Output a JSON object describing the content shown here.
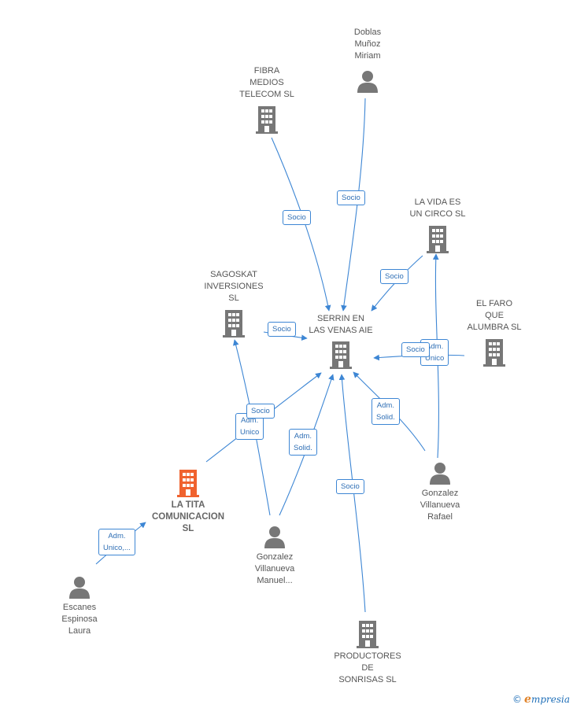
{
  "nodes": {
    "serrin": {
      "label": "SERRIN EN\nLAS VENAS AIE",
      "kind": "company"
    },
    "doblas": {
      "label": "Doblas\nMuñoz\nMiriam",
      "kind": "person"
    },
    "fibra": {
      "label": "FIBRA\nMEDIOS\nTELECOM  SL",
      "kind": "company"
    },
    "vida": {
      "label": "LA VIDA ES\nUN CIRCO  SL",
      "kind": "company"
    },
    "sagoskat": {
      "label": "SAGOSKAT\nINVERSIONES\nSL",
      "kind": "company"
    },
    "faro": {
      "label": "EL FARO\nQUE\nALUMBRA  SL",
      "kind": "company"
    },
    "tita": {
      "label": "LA TITA\nCOMUNICACION\nSL",
      "kind": "company-focus"
    },
    "rafael": {
      "label": "Gonzalez\nVillanueva\nRafael",
      "kind": "person"
    },
    "manuel": {
      "label": "Gonzalez\nVillanueva\nManuel...",
      "kind": "person"
    },
    "escanes": {
      "label": "Escanes\nEspinosa\nLaura",
      "kind": "person"
    },
    "productores": {
      "label": "PRODUCTORES\nDE\nSONRISAS  SL",
      "kind": "company"
    }
  },
  "edge_labels": {
    "socio": "Socio",
    "adm_unico": "Adm.\nUnico",
    "adm_solid": "Adm.\nSolid.",
    "adm_unico_trunc": "Adm.\nUnico,..."
  },
  "brand": {
    "copyright": "©",
    "initial": "e",
    "rest": "mpresia"
  },
  "colors": {
    "edge": "#3d86d4",
    "icon": "#777777",
    "focus": "#f0622e"
  }
}
